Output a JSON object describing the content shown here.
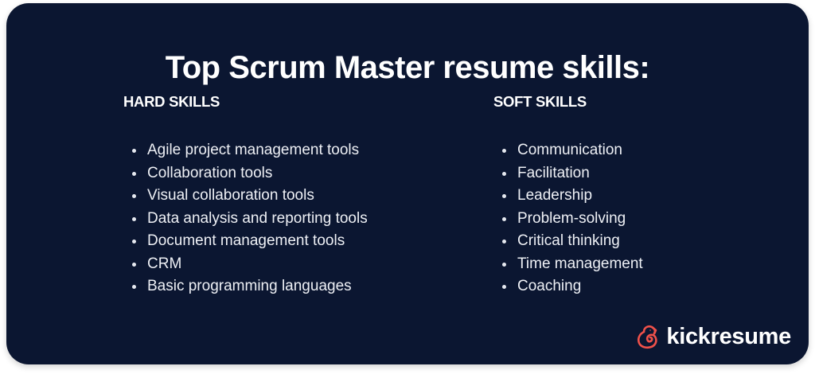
{
  "title": "Top Scrum Master resume skills:",
  "hard_skills": {
    "heading": "HARD SKILLS",
    "items": [
      "Agile project management tools",
      "Collaboration tools",
      "Visual collaboration tools",
      "Data analysis and reporting tools",
      "Document management tools",
      "CRM",
      "Basic programming languages"
    ]
  },
  "soft_skills": {
    "heading": "SOFT SKILLS",
    "items": [
      "Communication",
      "Facilitation",
      "Leadership",
      "Problem-solving",
      "Critical thinking",
      "Time management",
      "Coaching"
    ]
  },
  "brand": {
    "name": "kickresume",
    "icon": "chameleon-logo-icon",
    "accent_color": "#f0514a"
  },
  "colors": {
    "card_background": "#0b1631",
    "text": "#ffffff"
  }
}
